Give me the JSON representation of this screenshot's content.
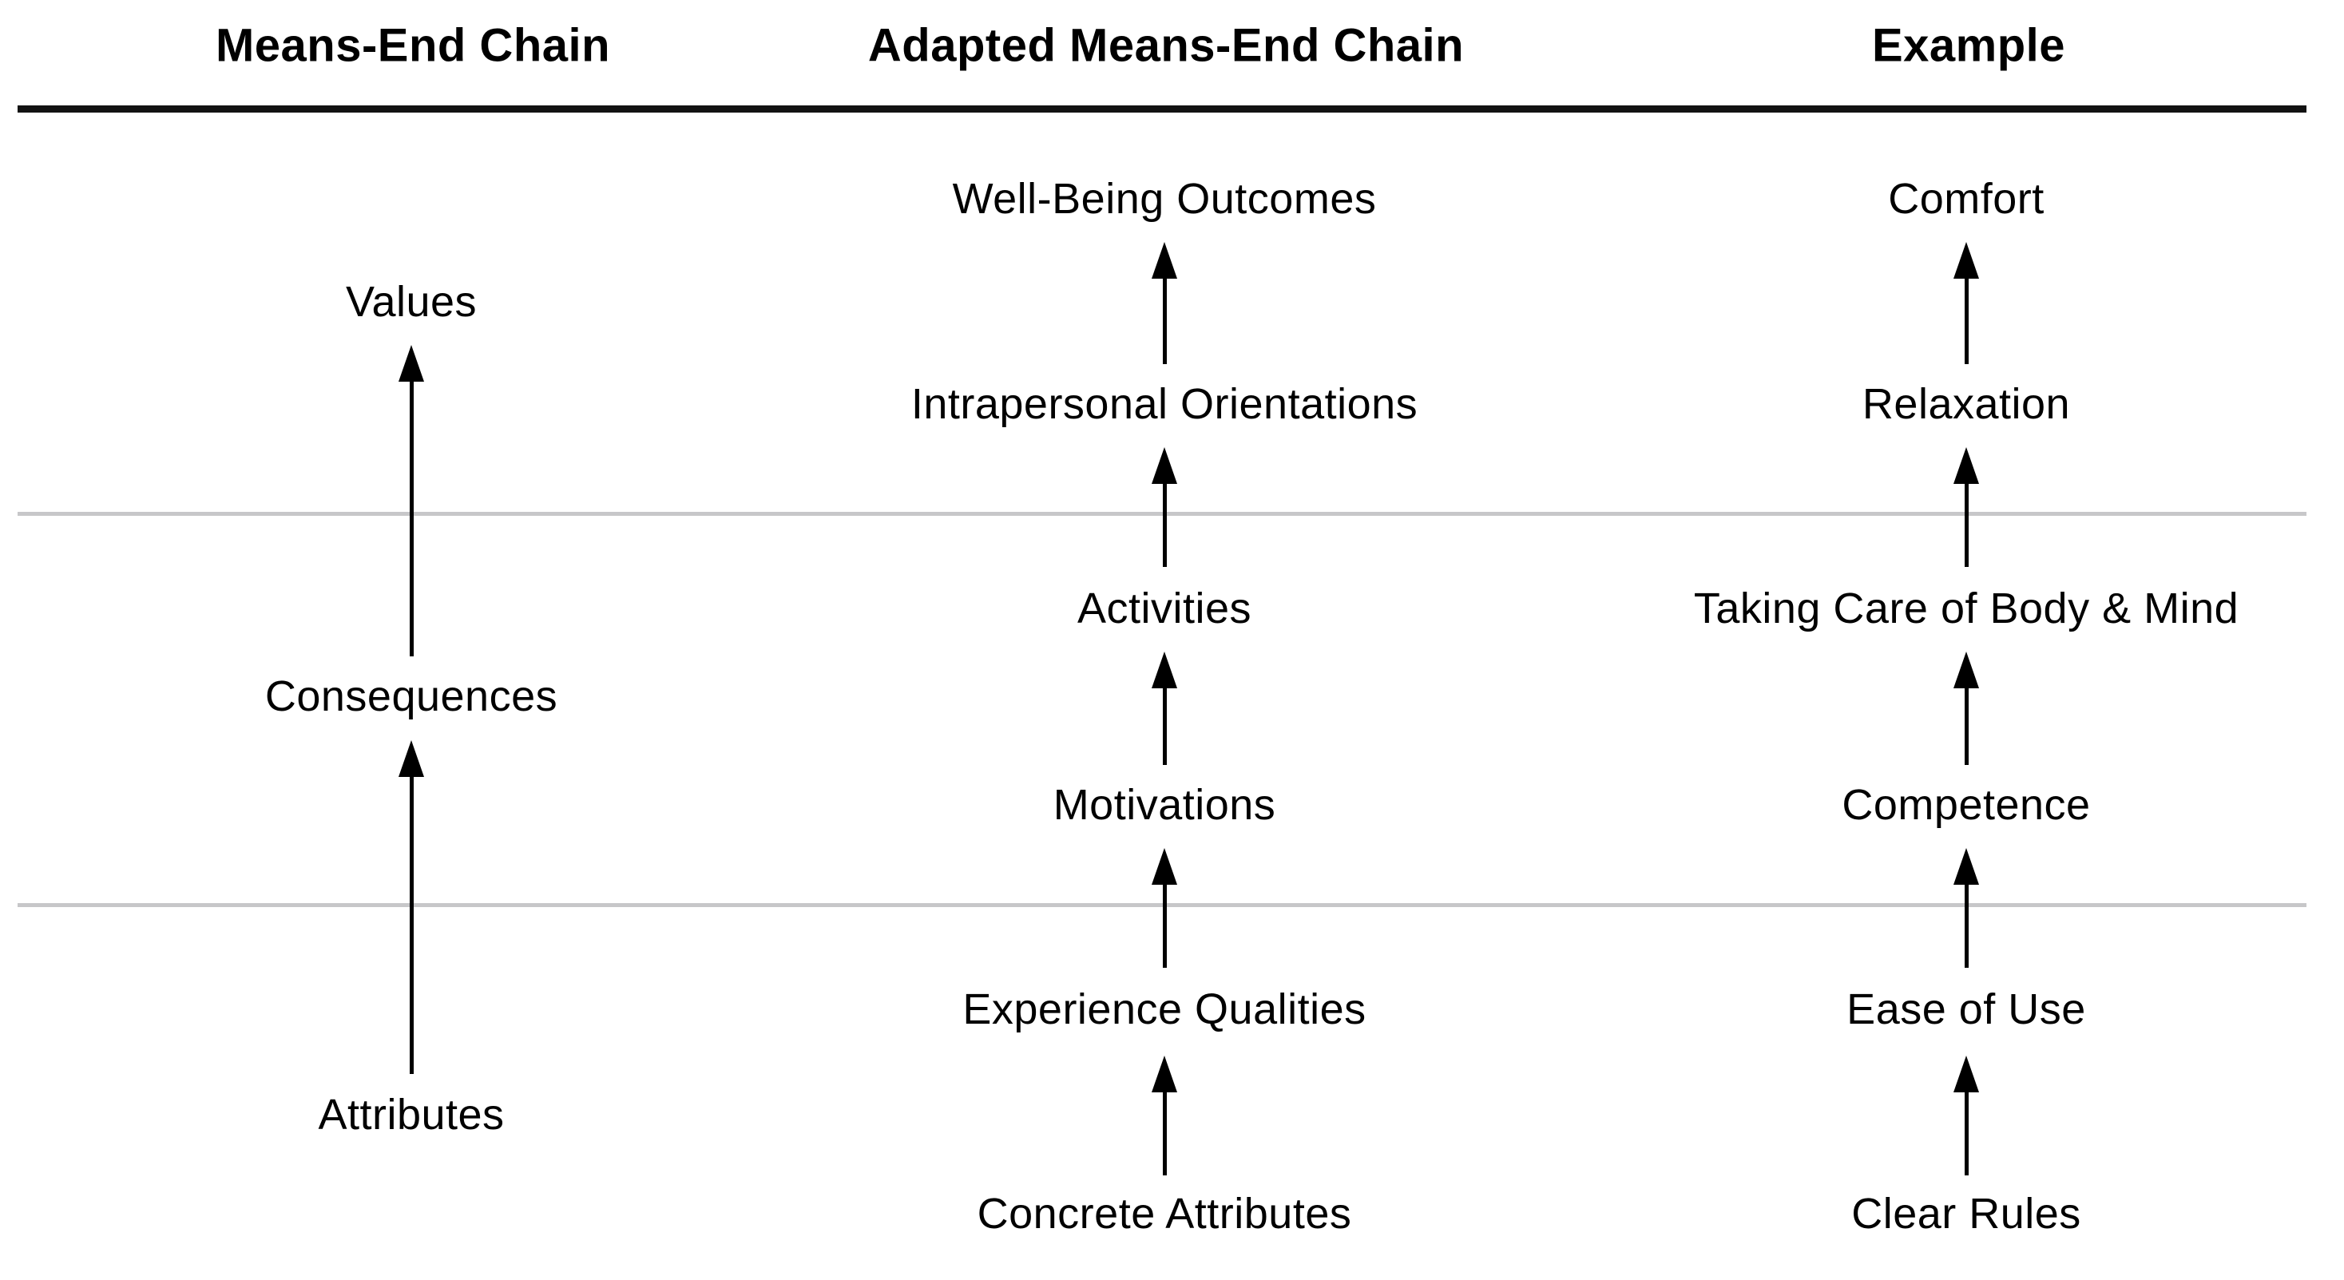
{
  "figure": {
    "columns": [
      {
        "header": "Means-End Chain",
        "nodes": [
          "Values",
          "Consequences",
          "Attributes"
        ],
        "edges": [
          {
            "from": "Attributes",
            "to": "Consequences"
          },
          {
            "from": "Consequences",
            "to": "Values"
          }
        ]
      },
      {
        "header": "Adapted Means-End Chain",
        "nodes": [
          "Well-Being Outcomes",
          "Intrapersonal Orientations",
          "Activities",
          "Motivations",
          "Experience Qualities",
          "Concrete Attributes"
        ],
        "edges": [
          {
            "from": "Concrete Attributes",
            "to": "Experience Qualities"
          },
          {
            "from": "Experience Qualities",
            "to": "Motivations"
          },
          {
            "from": "Motivations",
            "to": "Activities"
          },
          {
            "from": "Activities",
            "to": "Intrapersonal Orientations"
          },
          {
            "from": "Intrapersonal Orientations",
            "to": "Well-Being Outcomes"
          }
        ]
      },
      {
        "header": "Example",
        "nodes": [
          "Comfort",
          "Relaxation",
          "Taking Care of Body & Mind",
          "Competence",
          "Ease of Use",
          "Clear Rules"
        ],
        "edges": [
          {
            "from": "Clear Rules",
            "to": "Ease of Use"
          },
          {
            "from": "Ease of Use",
            "to": "Competence"
          },
          {
            "from": "Competence",
            "to": "Taking Care of Body & Mind"
          },
          {
            "from": "Taking Care of Body & Mind",
            "to": "Relaxation"
          },
          {
            "from": "Relaxation",
            "to": "Comfort"
          }
        ]
      }
    ],
    "colors": {
      "text": "#000000",
      "header_rule": "#121212",
      "section_divider": "#c7c7c9",
      "background": "#ffffff"
    }
  }
}
